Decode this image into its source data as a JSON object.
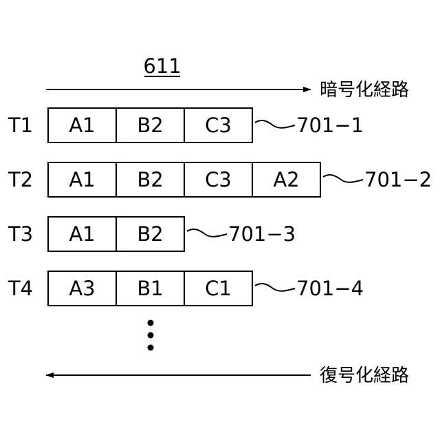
{
  "figure": {
    "ref_label": "611",
    "top_arrow_label": "暗号化経路",
    "bottom_arrow_label": "復号化経路",
    "rows": [
      {
        "time": "T1",
        "cells": [
          "A1",
          "B2",
          "C3"
        ],
        "ref": "701−1"
      },
      {
        "time": "T2",
        "cells": [
          "A1",
          "B2",
          "C3",
          "A2"
        ],
        "ref": "701−2"
      },
      {
        "time": "T3",
        "cells": [
          "A1",
          "B2"
        ],
        "ref": "701−3"
      },
      {
        "time": "T4",
        "cells": [
          "A3",
          "B1",
          "C1"
        ],
        "ref": "701−4"
      }
    ],
    "colors": {
      "stroke": "#000000",
      "background": "#ffffff"
    }
  }
}
